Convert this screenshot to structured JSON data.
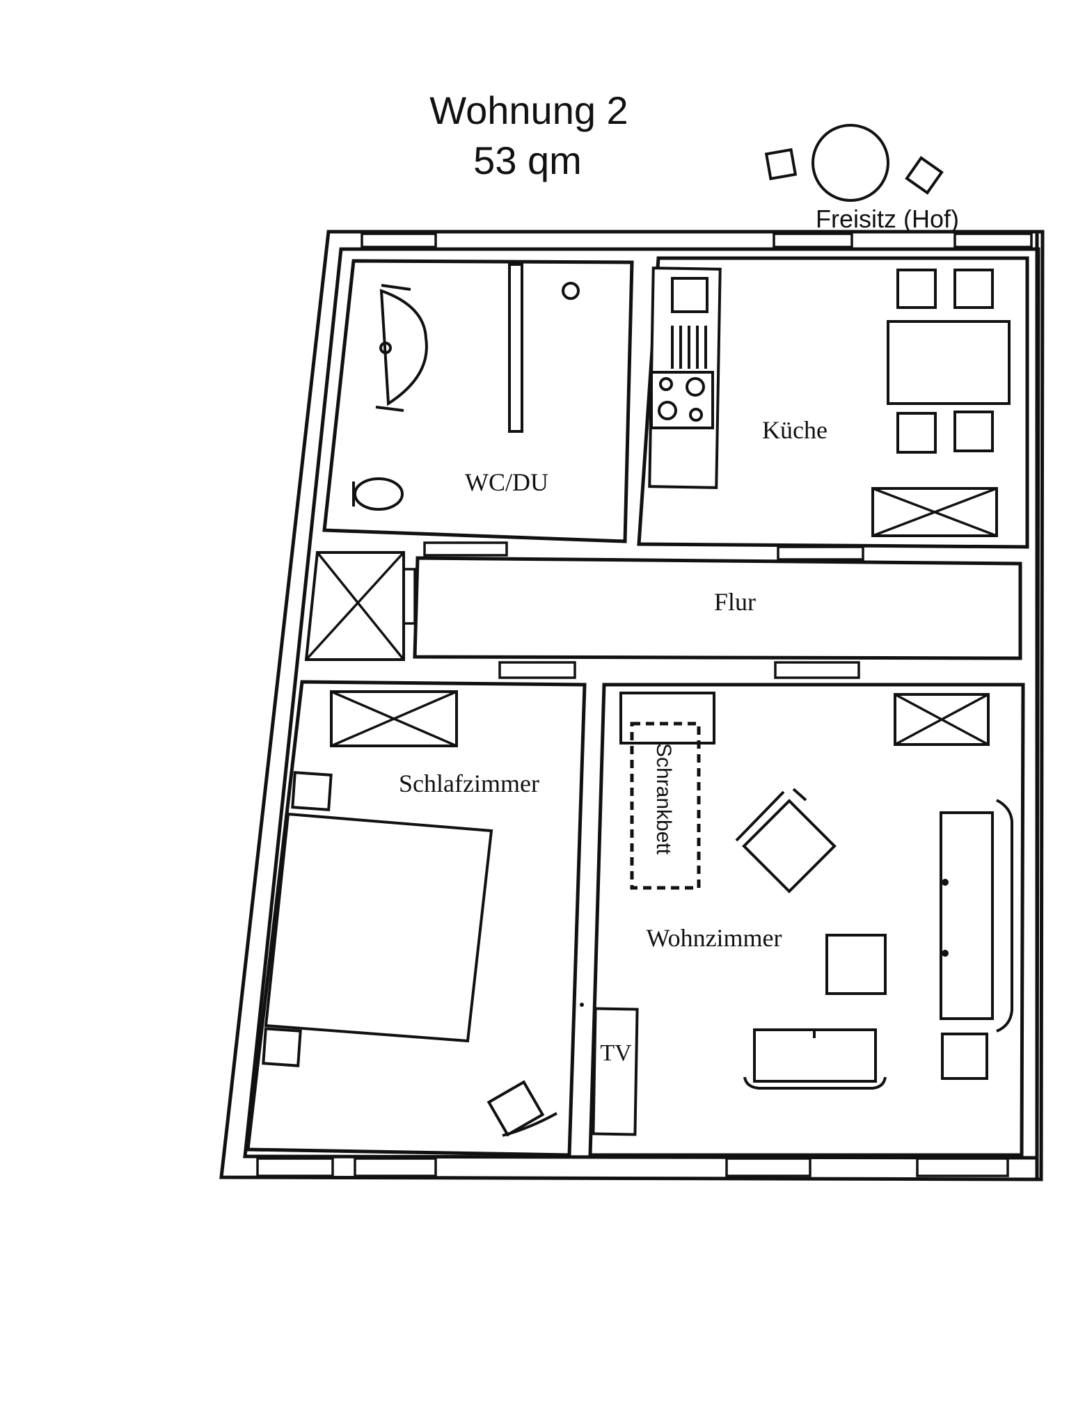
{
  "header": {
    "title": "Wohnung 2",
    "area": "53 qm"
  },
  "terrace": {
    "label": "Freisitz (Hof)"
  },
  "rooms": {
    "bathroom": "WC/DU",
    "kitchen": "Küche",
    "hallway": "Flur",
    "bedroom": "Schlafzimmer",
    "living_room": "Wohnzimmer"
  },
  "furniture": {
    "wall_bed": "Schrankbett",
    "tv": "TV"
  }
}
